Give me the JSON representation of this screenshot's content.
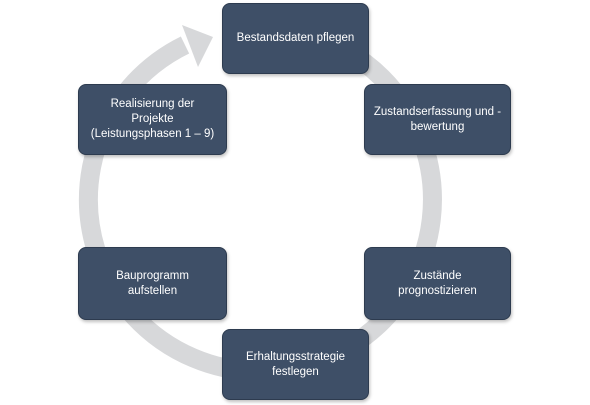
{
  "diagram": {
    "colors": {
      "box_fill": "#3e4f67",
      "box_text": "#ffffff",
      "ring": "#d7d8da"
    },
    "steps": [
      {
        "label": "Bestandsdaten pflegen"
      },
      {
        "label": "Zustandserfassung und -\nbewertung"
      },
      {
        "label": "Zustände\nprognostizieren"
      },
      {
        "label": "Erhaltungsstrategie\nfestlegen"
      },
      {
        "label": "Bauprogramm\naufstellen"
      },
      {
        "label": "Realisierung der\nProjekte\n(Leistungsphasen 1 – 9)"
      }
    ]
  }
}
